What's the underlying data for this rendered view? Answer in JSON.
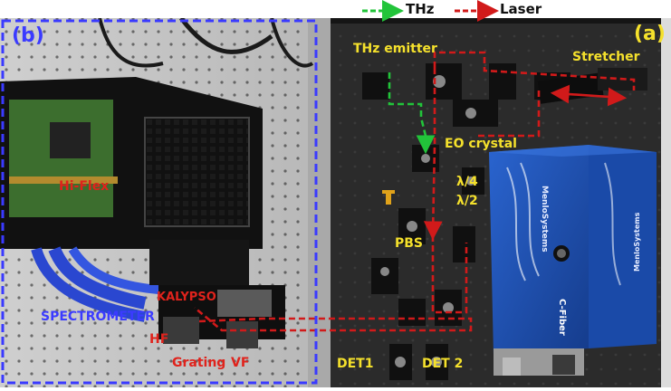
{
  "legend": {
    "thz": "THz",
    "laser": "Laser"
  },
  "panels": {
    "a": "(a)",
    "b": "(b)"
  },
  "labels": {
    "thz_emitter": "THz emitter",
    "stretcher": "Stretcher",
    "eo_crystal": "EO crystal",
    "lambda4": "λ/4",
    "lambda2": "λ/2",
    "pbs": "PBS",
    "det1": "DET1",
    "det2": "DET 2",
    "hi_flex": "Hi-Flex",
    "kalypso": "KALYPSO",
    "spectrometer": "SPECTROMETER",
    "hf": "HF",
    "grating": "Grating",
    "vf": "VF"
  },
  "devices": {
    "brand_main": "MenloSystems",
    "brand_secondary": "MenloSystems",
    "product": "C-Fiber"
  },
  "colors": {
    "thz_path": "#22c43a",
    "laser_path": "#d11a1a",
    "panel_b_border": "#3a3aff",
    "label_yellow": "#f5e12c",
    "label_red": "#e0231c",
    "device_blue": "#1d4fb0"
  }
}
